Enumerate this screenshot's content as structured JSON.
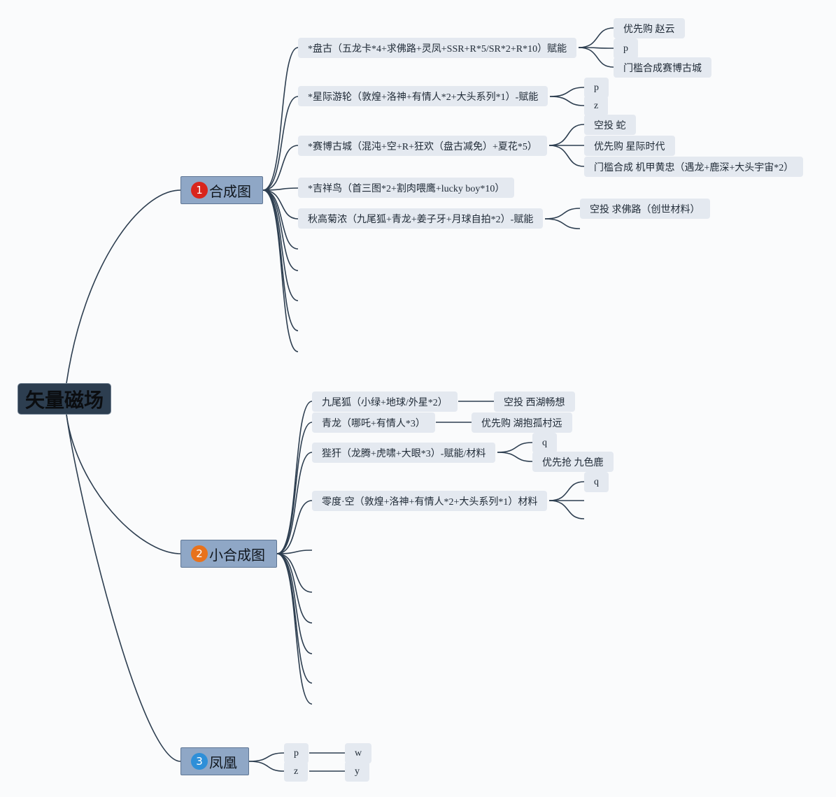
{
  "root": {
    "label": "矢量磁场"
  },
  "topics": [
    {
      "label": "合成图",
      "badge": "1",
      "badge_color": "#d9251c",
      "children": [
        {
          "label": "*盘古（五龙卡*4+求佛路+灵凤+SSR+R*5/SR*2+R*10）赋能",
          "children": [
            "优先购 赵云",
            "p",
            "门槛合成赛博古城"
          ]
        },
        {
          "label": "*星际游轮（敦煌+洛神+有情人*2+大头系列*1）-赋能",
          "children": [
            "p",
            "z"
          ]
        },
        {
          "label": "*赛博古城（混沌+空+R+狂欢（盘古减免）+夏花*5）",
          "children": [
            "空投 蛇",
            "优先购 星际时代",
            "门槛合成 机甲黄忠（遇龙+鹿深+大头宇宙*2）"
          ]
        },
        {
          "label": "*吉祥鸟（首三图*2+割肉喂鹰+lucky boy*10）",
          "children": []
        },
        {
          "label": "秋高菊浓（九尾狐+青龙+姜子牙+月球自拍*2）-赋能",
          "children": [
            "空投 求佛路（创世材料）",
            ""
          ]
        }
      ]
    },
    {
      "label": "小合成图",
      "badge": "2",
      "badge_color": "#e8721c",
      "children": [
        {
          "label": "九尾狐（小绿+地球/外星*2）",
          "children": [
            "空投 西湖畅想"
          ]
        },
        {
          "label": "青龙（哪吒+有情人*3）",
          "children": [
            "优先购 湖抱孤村远"
          ]
        },
        {
          "label": "狴犴（龙腾+虎啸+大眼*3）-赋能/材料",
          "children": [
            "q",
            "优先抢 九色鹿"
          ]
        },
        {
          "label": "零度·空（敦煌+洛神+有情人*2+大头系列*1）材料",
          "children": [
            "q",
            "",
            ""
          ]
        }
      ]
    },
    {
      "label": "凤凰",
      "badge": "3",
      "badge_color": "#2e8fd8",
      "children": [
        {
          "label": "p",
          "children": [
            "w"
          ]
        },
        {
          "label": "z",
          "children": [
            "y"
          ]
        }
      ]
    }
  ]
}
